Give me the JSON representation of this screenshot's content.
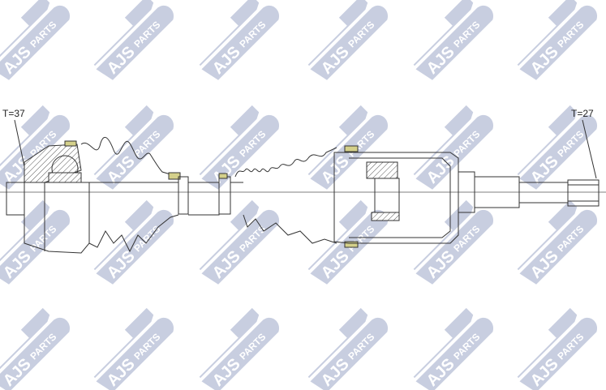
{
  "watermark": {
    "brand": "AJS",
    "word": "PARTS",
    "color": "#c8cee0"
  },
  "drawing": {
    "left_label": "T=37",
    "right_label": "T=27",
    "line_color": "#333333",
    "clamp_color": "#d4d08a"
  }
}
